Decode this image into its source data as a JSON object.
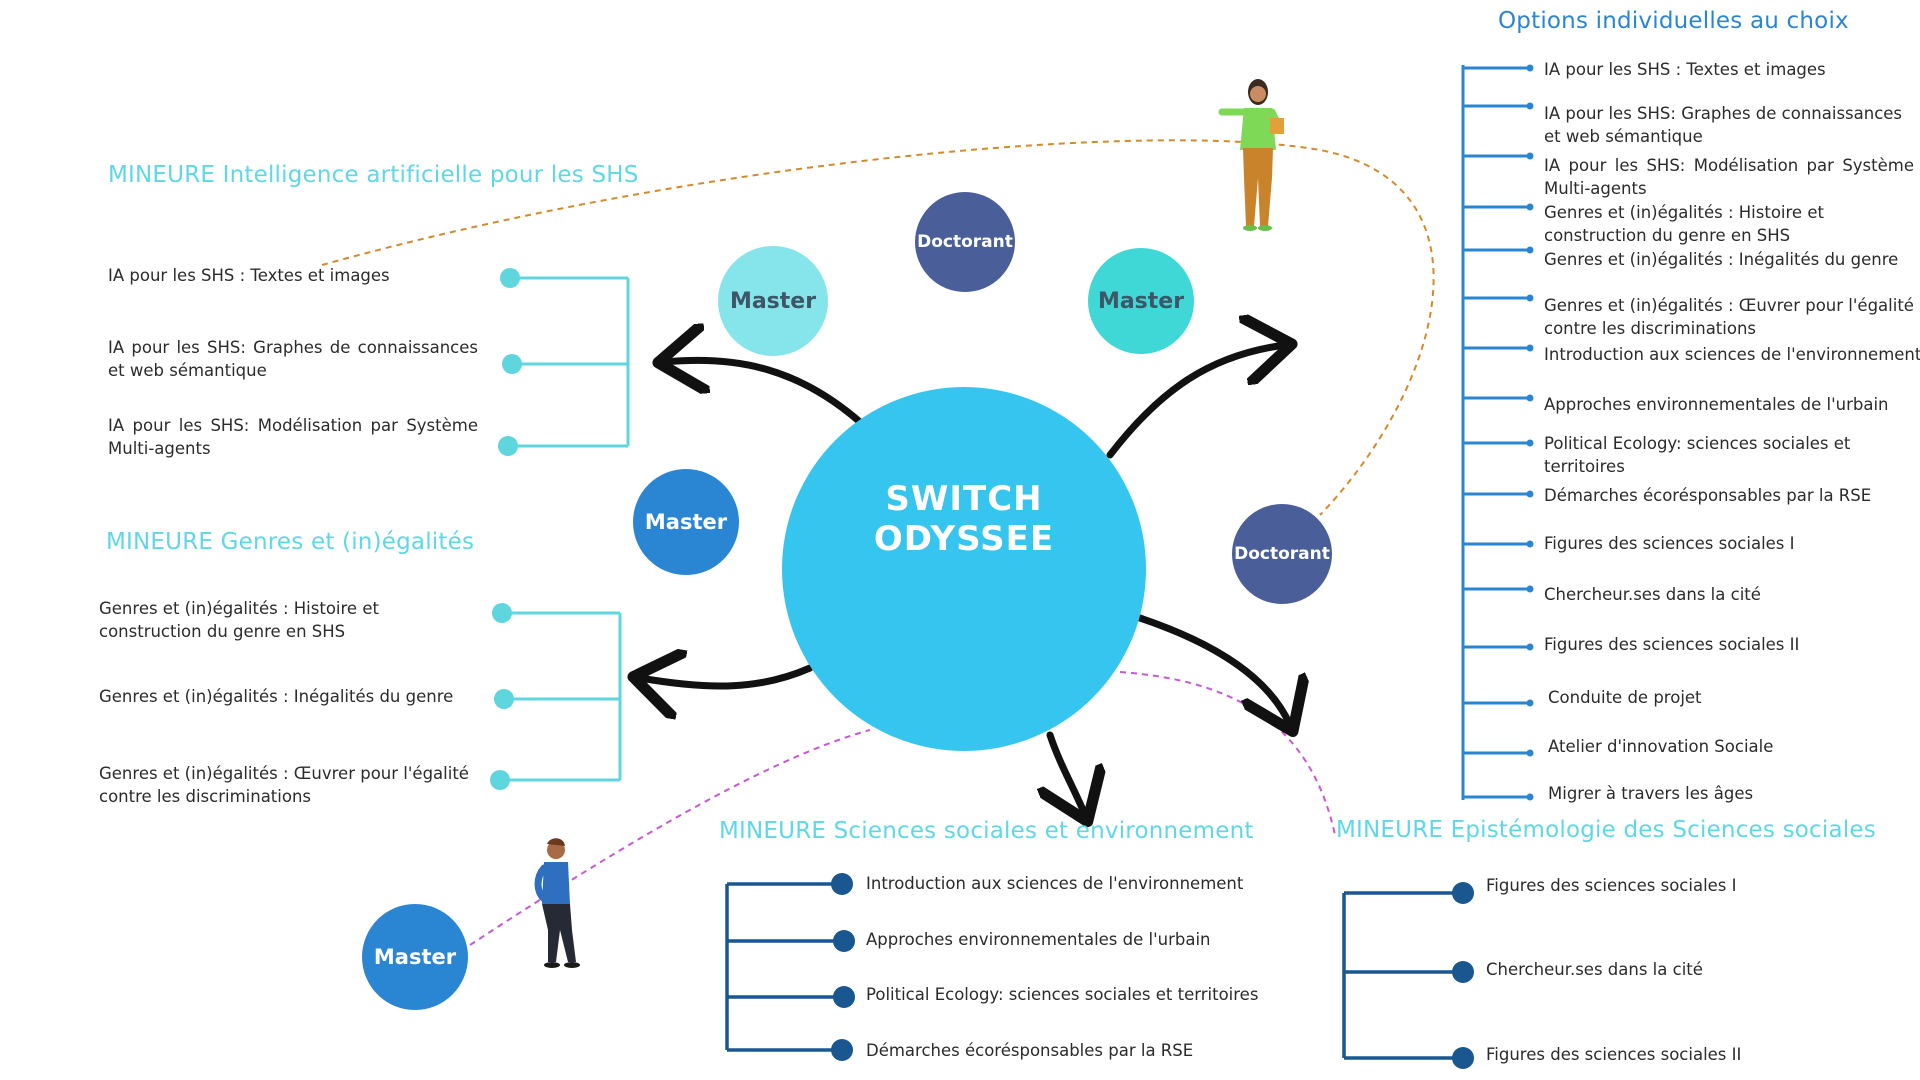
{
  "colors": {
    "center": "#36c5ee",
    "master_light": "#86e5eb",
    "master_teal": "#3fd8d6",
    "master_blue": "#2a86d3",
    "doctorant": "#4a5f9a",
    "teal_line": "#5fd6de",
    "navy": "#1a5690",
    "options_blue": "#2a86d3",
    "heading_cyan": "#5ed8e6",
    "arrow": "#111111",
    "dashed_orange": "#d48a2a",
    "dashed_purple": "#c957d6"
  },
  "center": {
    "line1": "SWITCH",
    "line2": "ODYSSEE",
    "icon": "shuffle-switch-icon"
  },
  "nodes": {
    "master_top_left": "Master",
    "doctorant_top": "Doctorant",
    "master_top_right": "Master",
    "master_left": "Master",
    "doctorant_right": "Doctorant",
    "master_bottom_left": "Master"
  },
  "minor_ia": {
    "title": "MINEURE Intelligence artificielle pour les SHS",
    "items": [
      "IA pour les SHS : Textes et images",
      "IA pour les SHS: Graphes de connaissances et web sémantique",
      "IA pour les SHS: Modélisation par Système Multi-agents"
    ]
  },
  "minor_genres": {
    "title": "MINEURE Genres et (in)égalités",
    "items": [
      "Genres et (in)égalités : Histoire et construction du genre en SHS",
      "Genres et (in)égalités : Inégalités du genre",
      "Genres et (in)égalités : Œuvrer pour l'égalité contre les discriminations"
    ]
  },
  "minor_env": {
    "title": "MINEURE Sciences sociales et environnement",
    "items": [
      "Introduction aux sciences de l'environnement",
      "Approches environnementales de l'urbain",
      "Political Ecology: sciences sociales et territoires",
      "Démarches écorésponsables par la RSE"
    ]
  },
  "minor_epist": {
    "title": "MINEURE Epistémologie des Sciences sociales",
    "items": [
      "Figures des sciences sociales I",
      "Chercheur.ses dans la cité",
      "Figures des sciences sociales II"
    ]
  },
  "options": {
    "title": "Options individuelles au choix",
    "items": [
      "IA pour les SHS : Textes et images",
      "IA pour les SHS: Graphes de connaissances et web sémantique",
      "IA pour les SHS: Modélisation par Système Multi-agents",
      "Genres et (in)égalités : Histoire et construction du genre en SHS",
      "Genres et (in)égalités : Inégalités du genre",
      "Genres et (in)égalités : Œuvrer pour l'égalité contre les discriminations",
      "Introduction aux sciences de l'environnement",
      "Approches environnementales de l'urbain",
      "Political Ecology: sciences sociales et territoires",
      "Démarches écorésponsables par la RSE",
      "Figures des sciences sociales I",
      "Chercheur.ses dans la cité",
      "Figures des sciences sociales II",
      "Conduite de projet",
      "Atelier d'innovation Sociale",
      "Migrer à travers les âges"
    ]
  }
}
